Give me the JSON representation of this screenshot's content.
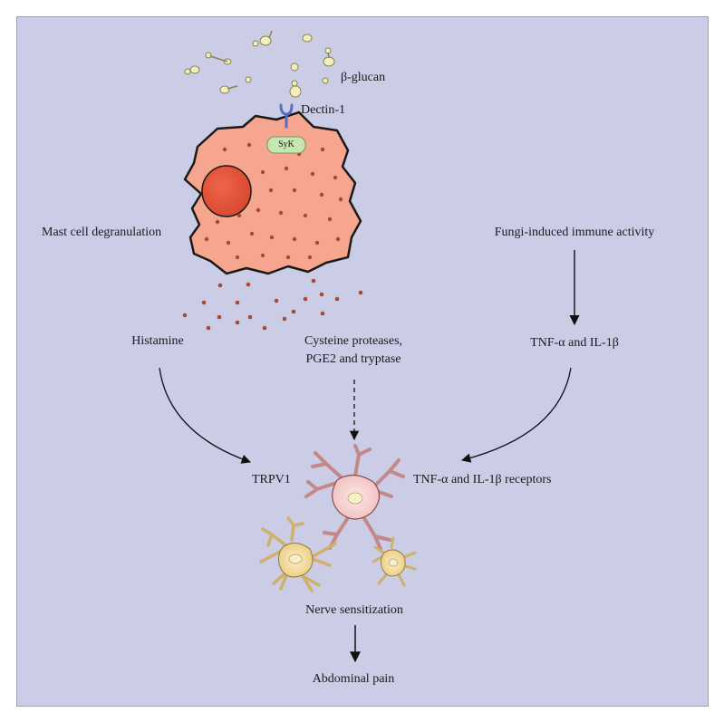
{
  "labels": {
    "beta_glucan": "β-glucan",
    "dectin": "Dectin-1",
    "syk": "SyK",
    "mast_cell": "Mast cell degranulation",
    "fungi": "Fungi-induced immune activity",
    "histamine": "Histamine",
    "cysteine_line1": "Cysteine proteases,",
    "cysteine_line2": "PGE2 and tryptase",
    "tnf": "TNF-α and IL-1β",
    "trpv1": "TRPV1",
    "tnf_receptors": "TNF-α and IL-1β receptors",
    "nerve": "Nerve sensitization",
    "pain": "Abdominal pain"
  },
  "colors": {
    "background": "#cbcde6",
    "mast_cell_fill": "#f6a58f",
    "nucleus_fill": "#e8563b",
    "granule": "#a84a2e",
    "glucan_fill": "#f3eebe",
    "receptor": "#5a6cc0",
    "syk_fill": "#c7e6b3",
    "neuron_pink": "#f6d3d3",
    "neuron_yellow": "#f2dc9c"
  }
}
